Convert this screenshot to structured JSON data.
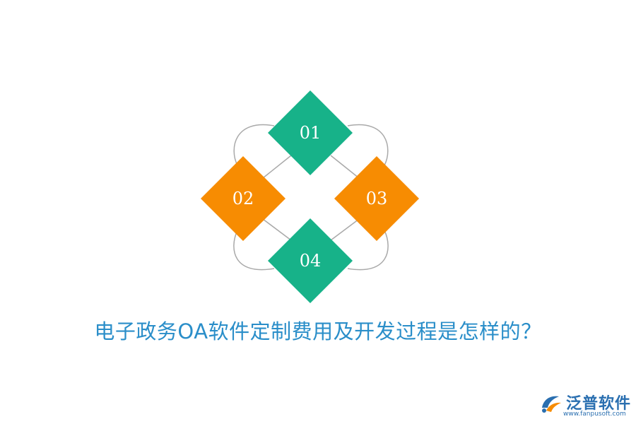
{
  "diagram": {
    "nodes": [
      {
        "label": "01",
        "color": "#17b289"
      },
      {
        "label": "02",
        "color": "#f78c02"
      },
      {
        "label": "03",
        "color": "#f78c02"
      },
      {
        "label": "04",
        "color": "#17b289"
      }
    ],
    "connector_color": "#a9a9a9"
  },
  "title": "电子政务OA软件定制费用及开发过程是怎样的？",
  "title_color": "#2a8ec9",
  "logo": {
    "name": "泛普软件",
    "url": "www.fanpusoft.com",
    "icon": "fanpu-logo-icon"
  }
}
